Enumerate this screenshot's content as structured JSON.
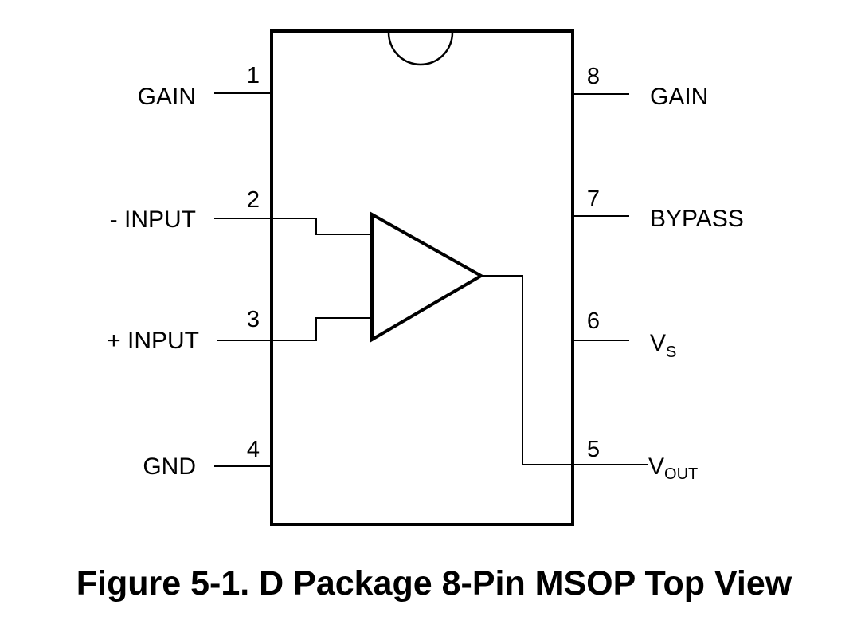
{
  "package": {
    "pins": [
      {
        "number": "1",
        "name": "GAIN"
      },
      {
        "number": "2",
        "name": "- INPUT"
      },
      {
        "number": "3",
        "name": "+ INPUT"
      },
      {
        "number": "4",
        "name": "GND"
      },
      {
        "number": "5",
        "name": "V",
        "subscript": "OUT"
      },
      {
        "number": "6",
        "name": "V",
        "subscript": "S"
      },
      {
        "number": "7",
        "name": "BYPASS"
      },
      {
        "number": "8",
        "name": "GAIN"
      }
    ]
  },
  "caption": "Figure 5-1. D Package 8-Pin MSOP Top View"
}
